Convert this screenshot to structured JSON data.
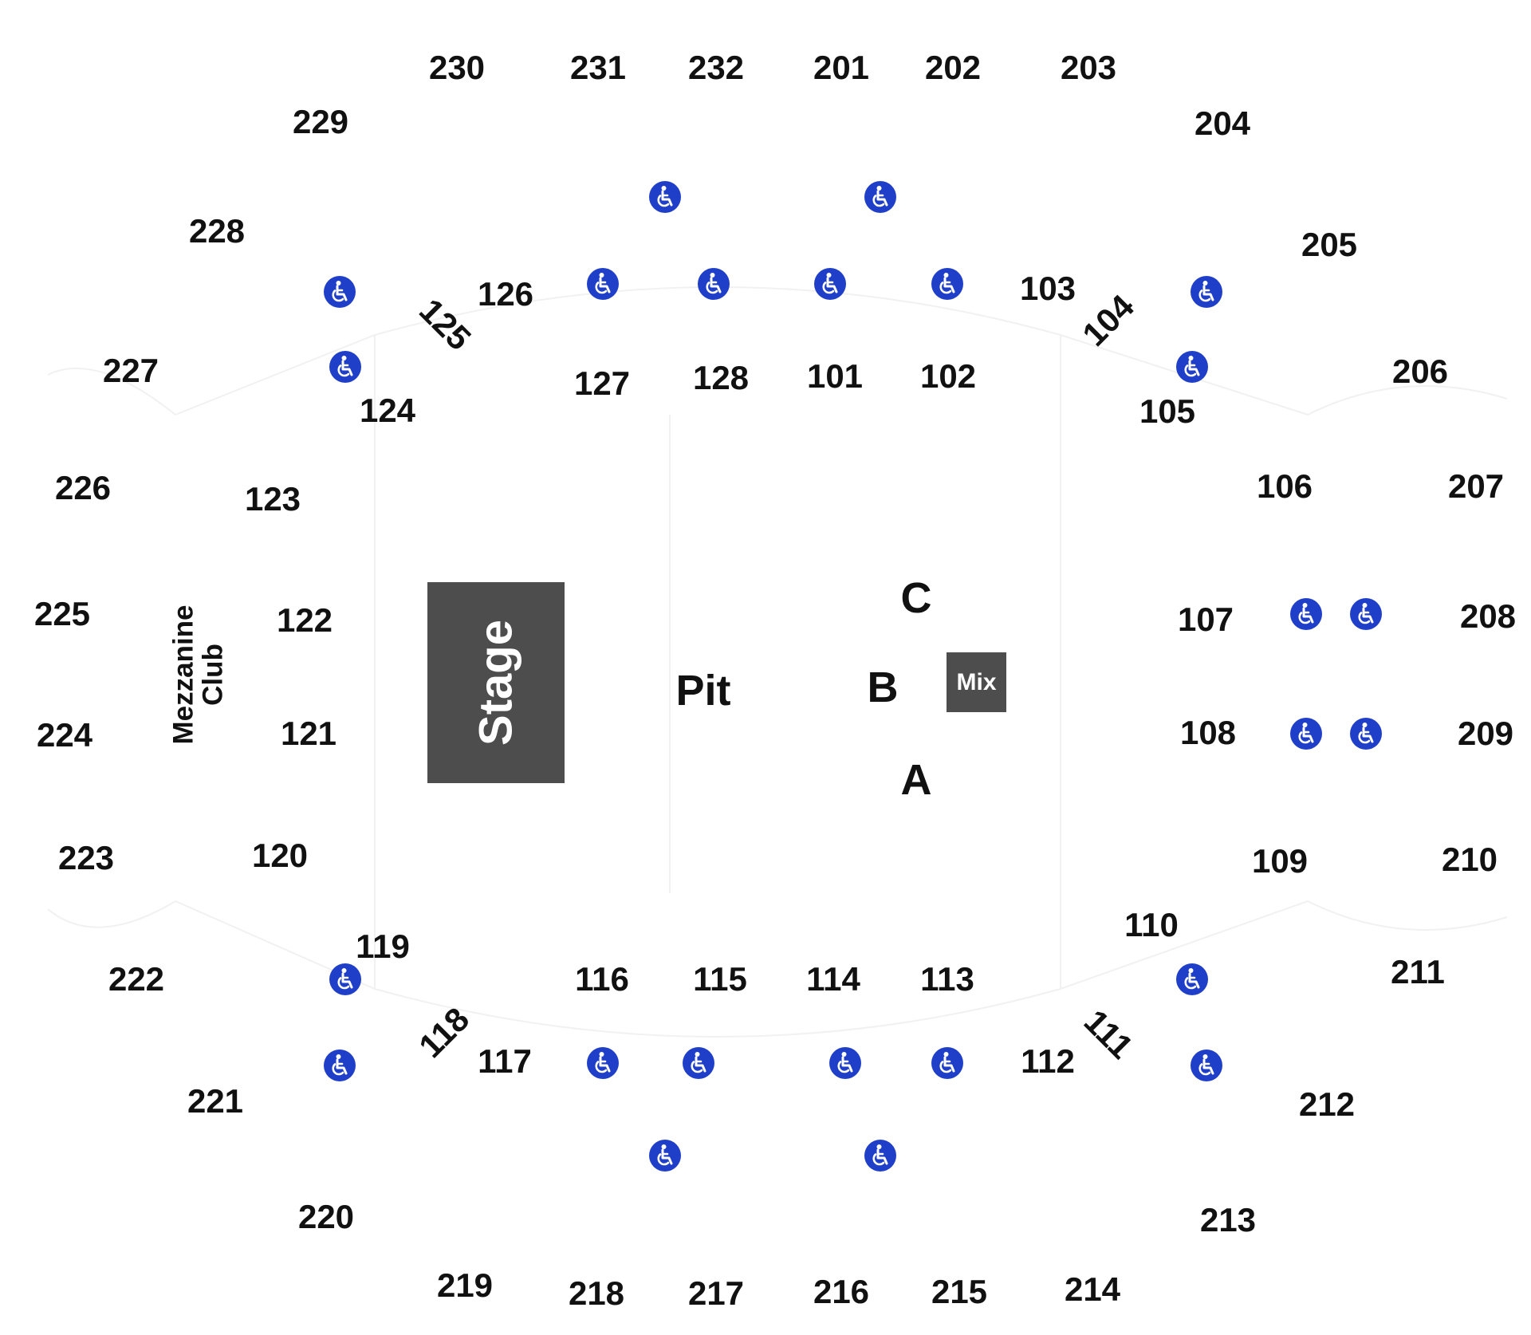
{
  "map": {
    "stage_label": "Stage",
    "pit_label": "Pit",
    "mix_label": "Mix",
    "mezzanine_line1": "Mezzanine",
    "mezzanine_line2": "Club",
    "zones": {
      "a": "A",
      "b": "B",
      "c": "C"
    },
    "colors": {
      "stage": "#4d4d4d",
      "accessible_icon": "#1f3fc8",
      "text": "#111111"
    },
    "accessible_icon_name": "wheelchair-icon",
    "sections_100": [
      "101",
      "102",
      "103",
      "104",
      "105",
      "106",
      "107",
      "108",
      "109",
      "110",
      "111",
      "112",
      "113",
      "114",
      "115",
      "116",
      "117",
      "118",
      "119",
      "120",
      "121",
      "122",
      "123",
      "124",
      "125",
      "126",
      "127",
      "128"
    ],
    "sections_200": [
      "201",
      "202",
      "203",
      "204",
      "205",
      "206",
      "207",
      "208",
      "209",
      "210",
      "211",
      "212",
      "213",
      "214",
      "215",
      "216",
      "217",
      "218",
      "219",
      "220",
      "221",
      "222",
      "223",
      "224",
      "225",
      "226",
      "227",
      "228",
      "229",
      "230",
      "231",
      "232"
    ]
  }
}
